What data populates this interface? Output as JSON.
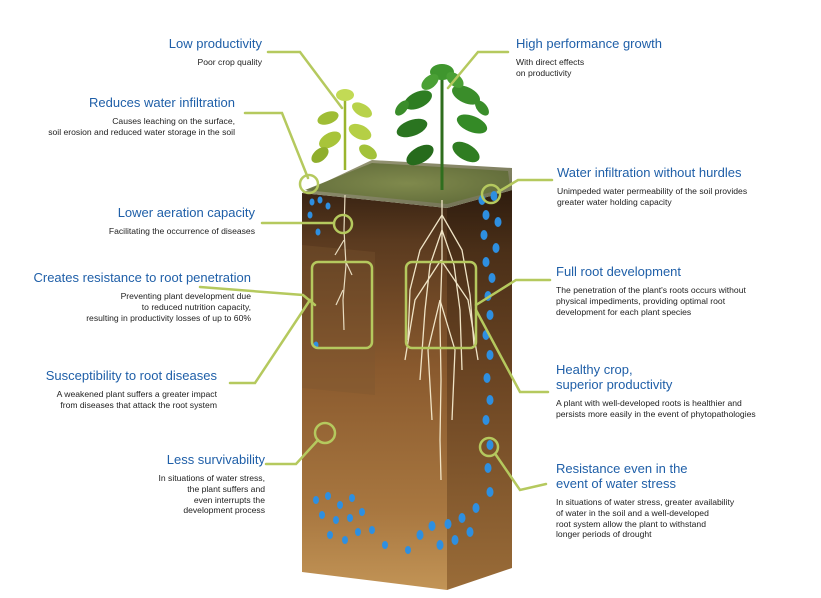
{
  "colors": {
    "title_blue": "#1f5fa8",
    "leader_green": "#b5c95e",
    "soil_dark": "#5a3a1f",
    "water_blue": "#2e8fe0"
  },
  "left_callouts": [
    {
      "title": "Low productivity",
      "desc": "Poor crop quality"
    },
    {
      "title": "Reduces water infiltration",
      "desc": "Causes leaching on the surface,\nsoil erosion and reduced water storage in the soil"
    },
    {
      "title": "Lower aeration capacity",
      "desc": "Facilitating the occurrence of diseases"
    },
    {
      "title": "Creates resistance to root penetration",
      "desc": "Preventing plant development due\nto reduced nutrition capacity,\nresulting in productivity losses of up to 60%"
    },
    {
      "title": "Susceptibility to root diseases",
      "desc": "A weakened plant suffers a greater impact\nfrom diseases that attack the root system"
    },
    {
      "title": "Less survivability",
      "desc": "In situations of water stress,\nthe plant suffers and\neven interrupts the\ndevelopment process"
    }
  ],
  "right_callouts": [
    {
      "title": "High performance growth",
      "desc": "With direct effects\non productivity"
    },
    {
      "title": "Water infiltration without hurdles",
      "desc": "Unimpeded water permeability of the soil provides\ngreater water holding capacity"
    },
    {
      "title": "Full root development",
      "desc": "The penetration of the plant's roots occurs without\nphysical impediments, providing optimal root\ndevelopment for each plant species"
    },
    {
      "title": "Healthy crop,\nsuperior productivity",
      "desc": "A plant with well-developed roots is healthier and\npersists more easily in the event of phytopathologies"
    },
    {
      "title": "Resistance even in the\nevent of water stress",
      "desc": "In situations of water stress, greater availability\nof water in the soil and a well-developed\nroot system allow the plant to withstand\nlonger periods of drought"
    }
  ]
}
